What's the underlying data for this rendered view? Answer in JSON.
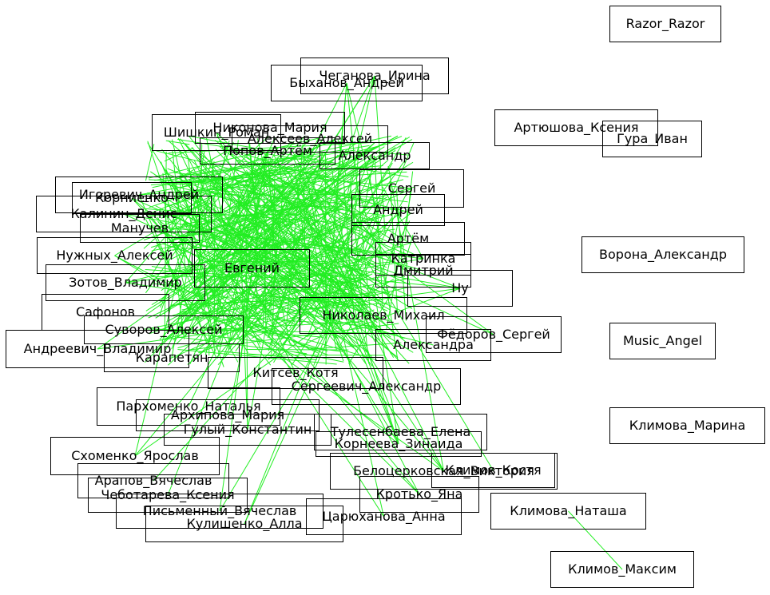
{
  "graph": {
    "edge_color": "#22ee22",
    "node_border_color": "#000000",
    "background": "#ffffff"
  },
  "nodes": [
    {
      "id": "razor",
      "label": "Razor_Razor"
    },
    {
      "id": "artyushova",
      "label": "Артюшова_Ксения"
    },
    {
      "id": "gura",
      "label": "Гура_Иван"
    },
    {
      "id": "vorona",
      "label": "Ворона_Александр"
    },
    {
      "id": "music_angel",
      "label": "Music_Angel"
    },
    {
      "id": "klimova_marina",
      "label": "Климова_Марина"
    },
    {
      "id": "klimova_natasha",
      "label": "Климова_Наташа"
    },
    {
      "id": "klimov_maksim",
      "label": "Климов_Максим"
    },
    {
      "id": "cheganova",
      "label": "Чеганова_Ирина"
    },
    {
      "id": "bykhanov",
      "label": "Быханов_Андрей"
    },
    {
      "id": "shishkin",
      "label": "Шишкин_Роман"
    },
    {
      "id": "nikonova",
      "label": "Никонова_Мария"
    },
    {
      "id": "alekseev_aleksey",
      "label": "Алексеев_Алексей"
    },
    {
      "id": "popov",
      "label": "Попов_Артём"
    },
    {
      "id": "aleksandr1",
      "label": "Александр"
    },
    {
      "id": "igorevich",
      "label": "Игоревич_Андрей"
    },
    {
      "id": "kornienko",
      "label": "Корниенко"
    },
    {
      "id": "kalinin",
      "label": "Калинин_Денис"
    },
    {
      "id": "manuchev",
      "label": "Манучев"
    },
    {
      "id": "nuzhnykh",
      "label": "Нужных_Алексей"
    },
    {
      "id": "zotov",
      "label": "Зотов_Владимир"
    },
    {
      "id": "evgeniy",
      "label": "Евгений"
    },
    {
      "id": "safonov",
      "label": "Сафонов"
    },
    {
      "id": "suvorov",
      "label": "Суворов_Алексей"
    },
    {
      "id": "andreevich",
      "label": "Андреевич_Владимир"
    },
    {
      "id": "karapetyan",
      "label": "Карапетян"
    },
    {
      "id": "sergey_r",
      "label": "Сергей"
    },
    {
      "id": "andrey_r",
      "label": "Андрей"
    },
    {
      "id": "artem_r",
      "label": "Артём"
    },
    {
      "id": "katrinka",
      "label": "Катринка"
    },
    {
      "id": "dmitriy_r",
      "label": "Дмитрий"
    },
    {
      "id": "nu",
      "label": "Ну"
    },
    {
      "id": "nikolaev",
      "label": "Николаев_Михаил"
    },
    {
      "id": "fedor_sergey",
      "label": "Фёдоров_Сергей"
    },
    {
      "id": "aleksandra",
      "label": "Александра"
    },
    {
      "id": "kitsev",
      "label": "Китсев_Котя"
    },
    {
      "id": "sergeevich",
      "label": "Сергеевич_Александр"
    },
    {
      "id": "parkhomenko",
      "label": "Пархоменко_Наталья"
    },
    {
      "id": "arkhipova",
      "label": "Архипова_Мария"
    },
    {
      "id": "gulyi",
      "label": "Гулый_Константин"
    },
    {
      "id": "shkhomenko",
      "label": "Схоменко_Ярослав"
    },
    {
      "id": "tulesenbaeva",
      "label": "Тулесенбаева_Елена"
    },
    {
      "id": "korneeva",
      "label": "Корнеева_Зинаида"
    },
    {
      "id": "belotserkovskaya",
      "label": "Белоцерковская_Виктория"
    },
    {
      "id": "klimov_kostya",
      "label": "Климов_Костя"
    },
    {
      "id": "arapov",
      "label": "Арапов_Вячеслав"
    },
    {
      "id": "chebotareva",
      "label": "Чеботарева_Ксения"
    },
    {
      "id": "pismennyi",
      "label": "Письменный_Вячеслав"
    },
    {
      "id": "krotko",
      "label": "Кротько_Яна"
    },
    {
      "id": "kulishenko",
      "label": "Кулишенко_Алла"
    },
    {
      "id": "tsaryukhanova",
      "label": "Царюханова_Анна"
    }
  ],
  "edges": [
    [
      "klimova_natasha",
      "klimov_maksim"
    ],
    [
      "cheganova",
      "evgeniy"
    ],
    [
      "bykhanov",
      "evgeniy"
    ]
  ]
}
